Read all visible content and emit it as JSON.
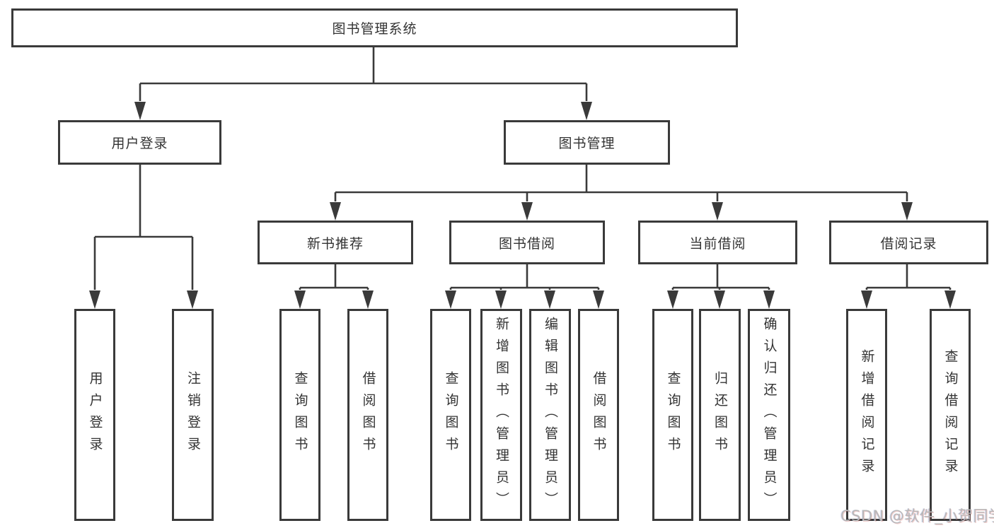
{
  "colors": {
    "line": "#3a3a3a",
    "text": "#333333",
    "background": "#ffffff",
    "watermark": "#b8b8b8"
  },
  "watermark": {
    "text": "CSDN @软件_小贺同学"
  },
  "tree": {
    "root": {
      "label": "图书管理系统",
      "children": [
        {
          "label": "用户登录",
          "children": [
            {
              "label": "用户登录"
            },
            {
              "label": "注销登录"
            }
          ]
        },
        {
          "label": "图书管理",
          "children": [
            {
              "label": "新书推荐",
              "children": [
                {
                  "label": "查询图书"
                },
                {
                  "label": "借阅图书"
                }
              ]
            },
            {
              "label": "图书借阅",
              "children": [
                {
                  "label": "查询图书"
                },
                {
                  "label": "新增图书（管理员）"
                },
                {
                  "label": "编辑图书（管理员）"
                },
                {
                  "label": "借阅图书"
                }
              ]
            },
            {
              "label": "当前借阅",
              "children": [
                {
                  "label": "查询图书"
                },
                {
                  "label": "归还图书"
                },
                {
                  "label": "确认归还（管理员）"
                }
              ]
            },
            {
              "label": "借阅记录",
              "children": [
                {
                  "label": "新增借阅记录"
                },
                {
                  "label": "查询借阅记录"
                }
              ]
            }
          ]
        }
      ]
    }
  }
}
